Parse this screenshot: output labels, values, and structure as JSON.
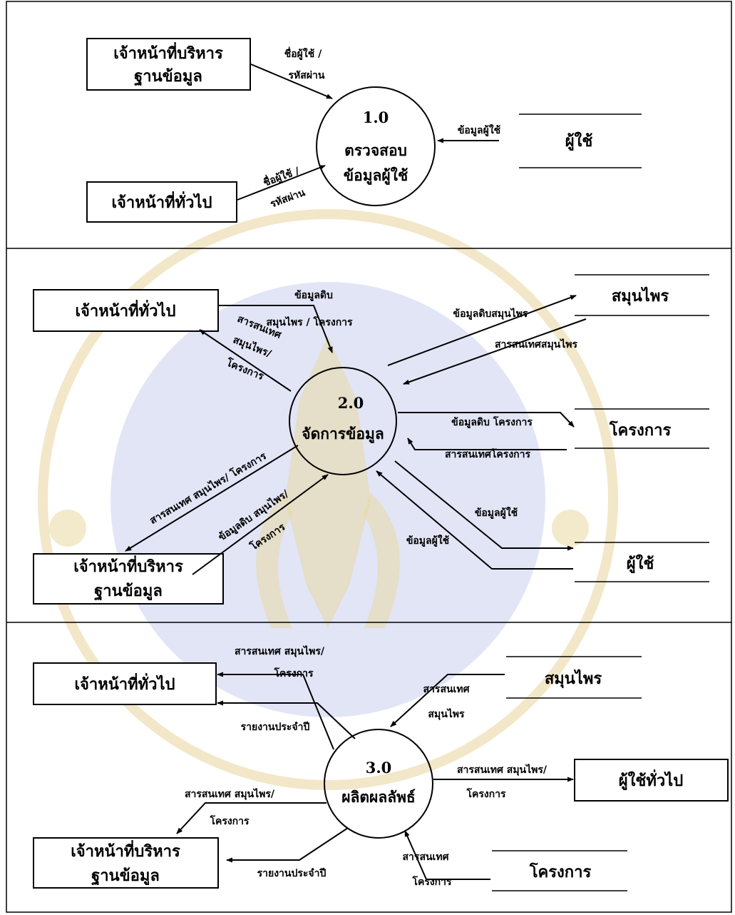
{
  "sections": [
    {
      "process": {
        "number": "1.0",
        "name_lines": [
          "ตรวจสอบ",
          "ข้อมูลผู้ใช้"
        ]
      },
      "entities": [
        {
          "lines": [
            "เจ้าหน้าที่บริหาร",
            "ฐานข้อมูล"
          ]
        },
        {
          "lines": [
            "เจ้าหน้าที่ทั่วไป"
          ]
        }
      ],
      "stores": [
        "ผู้ใช้"
      ],
      "flows": [
        [
          "ชื่อผู้ใช้ /",
          "รหัสผ่าน"
        ],
        [
          "ชื่อผู้ใช้ /",
          "รหัสผ่าน"
        ],
        [
          "ข้อมูลผู้ใช้"
        ]
      ]
    },
    {
      "process": {
        "number": "2.0",
        "name_lines": [
          "จัดการข้อมูล"
        ]
      },
      "entities": [
        {
          "lines": [
            "เจ้าหน้าที่ทั่วไป"
          ]
        },
        {
          "lines": [
            "เจ้าหน้าที่บริหาร",
            "ฐานข้อมูล"
          ]
        }
      ],
      "stores": [
        "สมุนไพร",
        "โครงการ",
        "ผู้ใช้"
      ],
      "flows": [
        [
          "ข้อมูลดิบ",
          "สมุนไพร / โครงการ"
        ],
        [
          "สารสนเทศ",
          "สมุนไพร/",
          "โครงการ"
        ],
        [
          "ข้อมูลดิบสมุนไพร"
        ],
        [
          "สารสนเทศสมุนไพร"
        ],
        [
          "ข้อมูลดิบ โครงการ"
        ],
        [
          "สารสนเทศโครงการ"
        ],
        [
          "ข้อมูลผู้ใช้"
        ],
        [
          "ข้อมูลผู้ใช้"
        ],
        [
          "สารสนเทศ สมุนไพร/ โครงการ"
        ],
        [
          "ข้อมูลดิบ สมุนไพร/",
          "โครงการ"
        ]
      ]
    },
    {
      "process": {
        "number": "3.0",
        "name_lines": [
          "ผลิตผลลัพธ์"
        ]
      },
      "entities": [
        {
          "lines": [
            "เจ้าหน้าที่ทั่วไป"
          ]
        },
        {
          "lines": [
            "เจ้าหน้าที่บริหาร",
            "ฐานข้อมูล"
          ]
        },
        {
          "lines": [
            "ผู้ใช้ทั่วไป"
          ]
        }
      ],
      "stores": [
        "สมุนไพร",
        "โครงการ"
      ],
      "flows": [
        [
          "สารสนเทศ สมุนไพร/",
          "โครงการ"
        ],
        [
          "รายงานประจำปี"
        ],
        [
          "สารสนเทศ",
          "สมุนไพร"
        ],
        [
          "สารสนเทศ สมุนไพร/",
          "โครงการ"
        ],
        [
          "สารสนเทศ สมุนไพร/",
          "โครงการ"
        ],
        [
          "รายงานประจำปี"
        ],
        [
          "สารสนเทศ",
          "โครงการ"
        ]
      ]
    }
  ],
  "watermark": {
    "colors": {
      "ring": "#e8d49a",
      "fill": "#c9cfee"
    }
  }
}
